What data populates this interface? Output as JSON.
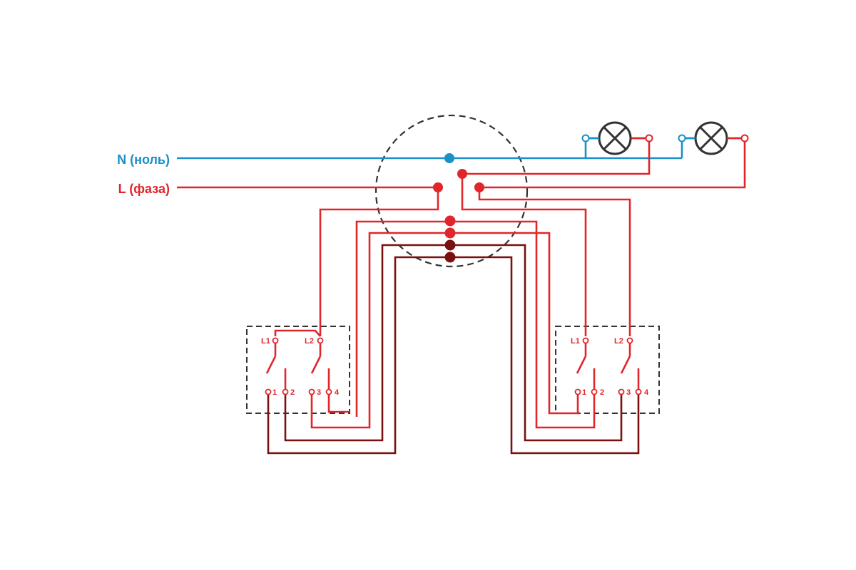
{
  "labels": {
    "neutral": "N (ноль)",
    "phase": "L (фаза)"
  },
  "switch_left": {
    "input_1": "L1",
    "input_2": "L2",
    "terminals": [
      "1",
      "2",
      "3",
      "4"
    ]
  },
  "switch_right": {
    "input_1": "L1",
    "input_2": "L2",
    "terminals": [
      "1",
      "2",
      "3",
      "4"
    ]
  },
  "colors": {
    "neutral_wire": "#1a8fc8",
    "phase_wire": "#e0262b",
    "dark_wire": "#7a1111",
    "box_outline": "#333333",
    "lamp": "#333333"
  },
  "icons": [
    "lamp-icon",
    "lamp-icon"
  ]
}
